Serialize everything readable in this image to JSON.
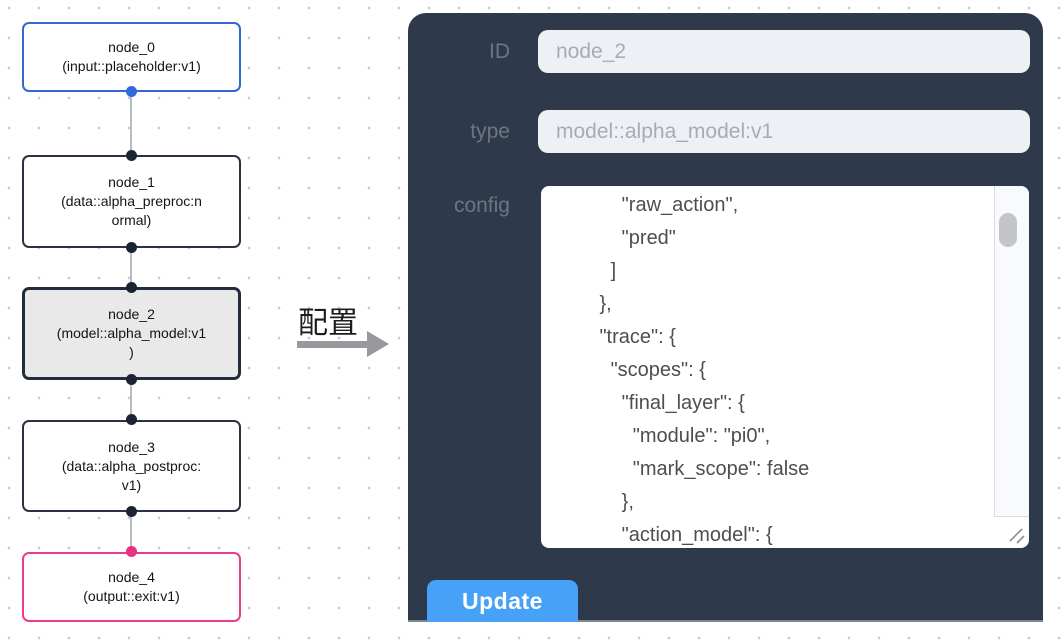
{
  "colors": {
    "node_default_border": "#2b3240",
    "node_input_border": "#3069d6",
    "node_output_border": "#ea3c8c",
    "node_selected_bg": "#e9e9ea",
    "port_default": "#1c2433",
    "port_input": "#2f6bd8",
    "port_output": "#ea2f86",
    "edge": "#b8bcc2",
    "panel_bg": "#2e3a4b",
    "field_bg": "#eef0f5",
    "update_button_bg": "#47a1f7"
  },
  "flow": {
    "nodes": [
      {
        "id": "node_0",
        "lines": [
          "node_0",
          "(input::placeholder:v1)"
        ]
      },
      {
        "id": "node_1",
        "lines": [
          "node_1",
          "(data::alpha_preproc:n",
          "ormal)"
        ]
      },
      {
        "id": "node_2",
        "lines": [
          "node_2",
          "(model::alpha_model:v1",
          ")"
        ],
        "selected": true
      },
      {
        "id": "node_3",
        "lines": [
          "node_3",
          "(data::alpha_postproc:",
          "v1)"
        ]
      },
      {
        "id": "node_4",
        "lines": [
          "node_4",
          "(output::exit:v1)"
        ]
      }
    ]
  },
  "callout": {
    "label": "配置"
  },
  "panel": {
    "fields": [
      {
        "label": "ID",
        "value": "node_2"
      },
      {
        "label": "type",
        "value": "model::alpha_model:v1"
      }
    ],
    "config_label": "config",
    "config_text": "            \"raw_action\",\n            \"pred\"\n          ]\n        },\n        \"trace\": {\n          \"scopes\": {\n            \"final_layer\": {\n              \"module\": \"pi0\",\n              \"mark_scope\": false\n            },\n            \"action_model\": {",
    "update_label": "Update"
  }
}
